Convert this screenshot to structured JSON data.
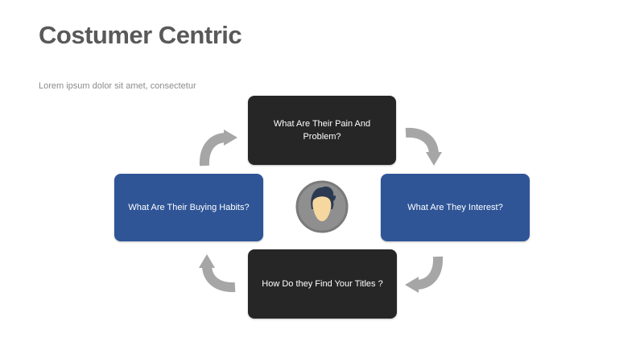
{
  "slide": {
    "title": "Costumer Centric",
    "subtitle": "Lorem ipsum dolor sit amet, consectetur",
    "background_color": "#ffffff",
    "title_color": "#595959",
    "subtitle_color": "#8c8c8c"
  },
  "diagram": {
    "flow": "clockwise",
    "arrow_color": "#a6a6a6",
    "center_icon": {
      "name": "person-avatar",
      "circle_color": "#8f8f8f",
      "ring_color": "#7a7a7a",
      "hair_color": "#2b3a52",
      "skin_color": "#f6d7a0"
    },
    "boxes": [
      {
        "position": "top",
        "label": "What Are Their Pain And Problem?",
        "color": "#262626",
        "text_color": "#ffffff"
      },
      {
        "position": "right",
        "label": "What Are They Interest?",
        "color": "#2f5597",
        "text_color": "#ffffff"
      },
      {
        "position": "bottom",
        "label": "How Do they Find Your Titles ?",
        "color": "#262626",
        "text_color": "#ffffff"
      },
      {
        "position": "left",
        "label": "What Are Their Buying Habits?",
        "color": "#2f5597",
        "text_color": "#ffffff"
      }
    ],
    "arrows": [
      {
        "name": "arrow-left-to-top",
        "direction": "right"
      },
      {
        "name": "arrow-top-to-right",
        "direction": "down"
      },
      {
        "name": "arrow-right-to-bottom",
        "direction": "left"
      },
      {
        "name": "arrow-bottom-to-left",
        "direction": "up"
      }
    ]
  }
}
